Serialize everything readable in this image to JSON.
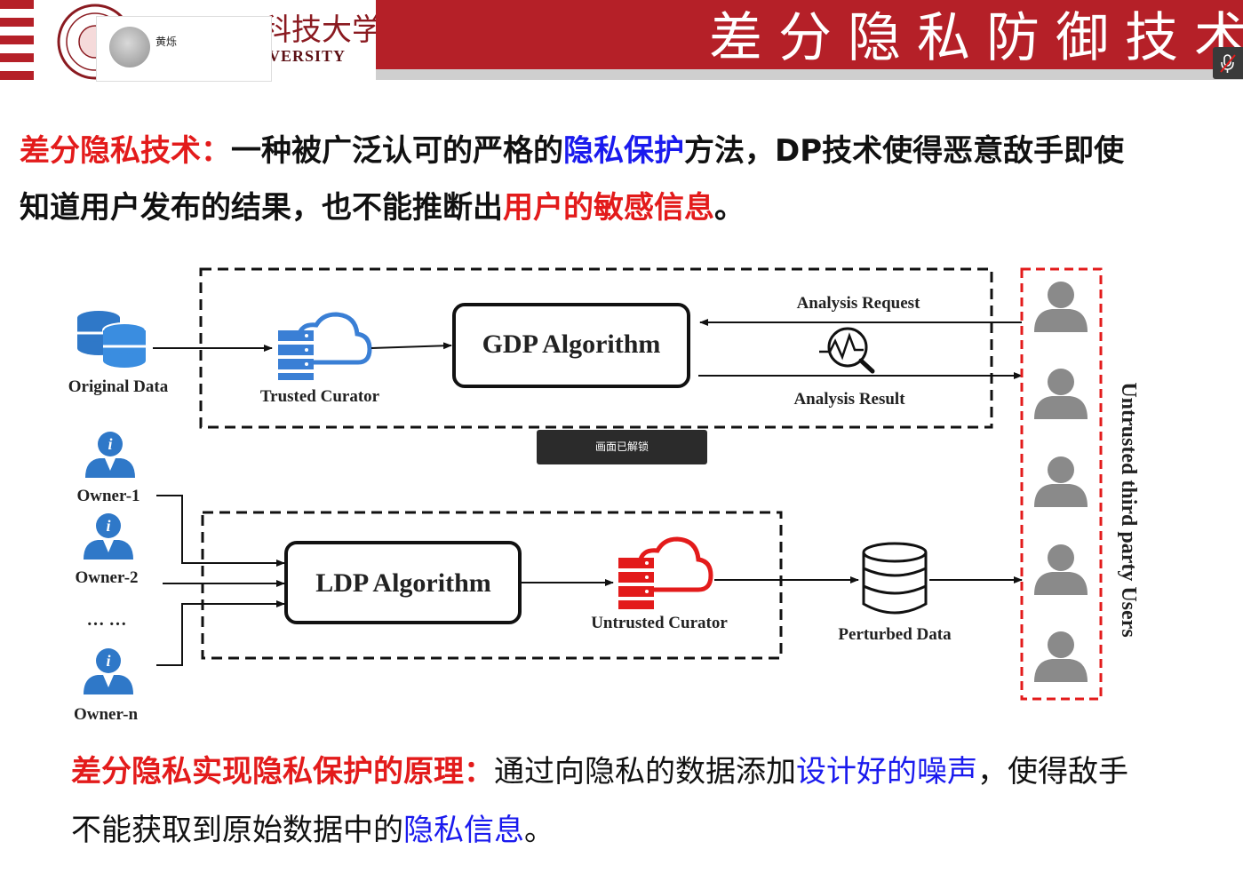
{
  "header": {
    "title": "差分隐私防御技术",
    "logo_script": "科技大学",
    "logo_english": "VERSITY",
    "colors": {
      "band": "#b52028",
      "bar": "#cfcfcf"
    }
  },
  "video_call": {
    "participant_name": "黄烁",
    "mic_icon": "mic-muted-icon"
  },
  "intro": {
    "term": "差分隐私技术：",
    "seg1": "一种被广泛认可的严格的",
    "highlight1": "隐私保护",
    "seg2": "方法，DP技术使得恶意敌手即使",
    "seg3": "知道用户发布的结果，也不能推断出",
    "highlight2": "用户的敏感信息",
    "seg4": "。"
  },
  "diagram": {
    "original_data": "Original Data",
    "trusted_curator": "Trusted Curator",
    "gdp_algorithm": "GDP Algorithm",
    "analysis_request": "Analysis Request",
    "analysis_result": "Analysis Result",
    "owners": [
      "Owner-1",
      "Owner-2",
      "Owner-n"
    ],
    "ellipsis": "… …",
    "ldp_algorithm": "LDP Algorithm",
    "untrusted_curator": "Untrusted Curator",
    "perturbed_data": "Perturbed Data",
    "users_label": "Untrusted third party Users",
    "colors": {
      "blue": "#3a7fd5",
      "red": "#e31b1b",
      "gray": "#8a8a8a"
    }
  },
  "toast": {
    "text": "画面已解锁"
  },
  "principle": {
    "term": "差分隐私实现隐私保护的原理：",
    "seg1": "通过向隐私的数据添加",
    "highlight1": "设计好的噪声",
    "seg2": "，使得敌手",
    "seg3": "不能获取到原始数据中的",
    "highlight2": "隐私信息",
    "seg4": "。"
  }
}
